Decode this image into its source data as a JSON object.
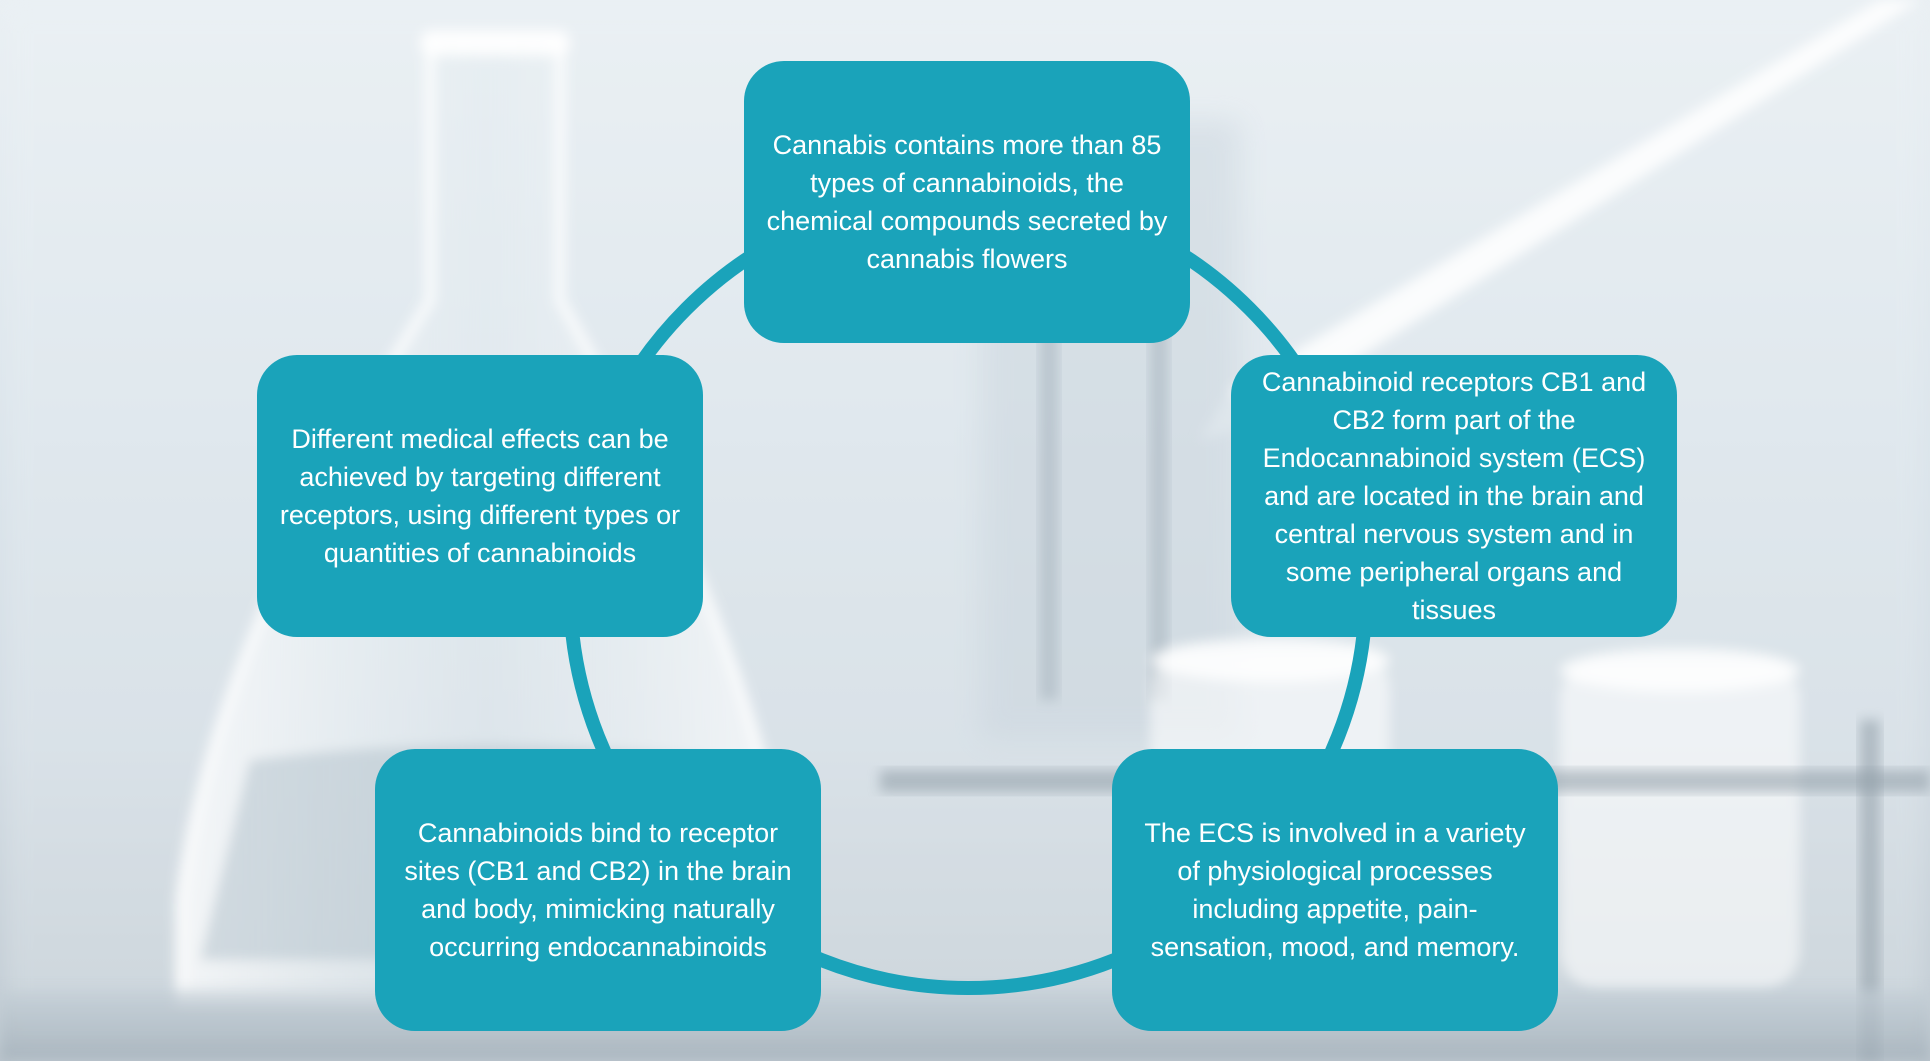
{
  "colors": {
    "box_fill": "#1aa3ba",
    "ring": "#1aa3ba",
    "text": "#ffffff",
    "background": "#dfe7ec"
  },
  "cycle": {
    "steps": [
      {
        "id": "top",
        "text": "Cannabis contains more than 85 types of cannabinoids, the chemical compounds secreted by cannabis flowers"
      },
      {
        "id": "right",
        "text": "Cannabinoid receptors CB1 and CB2 form part of the Endocannabinoid system (ECS) and are located in the brain and central nervous system and in some peripheral organs and tissues"
      },
      {
        "id": "bottom-right",
        "text": "The ECS is involved in a variety of physiological processes including appetite, pain-sensation, mood, and memory."
      },
      {
        "id": "bottom-left",
        "text": "Cannabinoids bind to receptor sites (CB1 and CB2) in the brain and body, mimicking naturally occurring endocannabinoids"
      },
      {
        "id": "left",
        "text": "Different medical effects can be achieved by targeting different receptors, using different types or quantities of cannabinoids"
      }
    ]
  }
}
